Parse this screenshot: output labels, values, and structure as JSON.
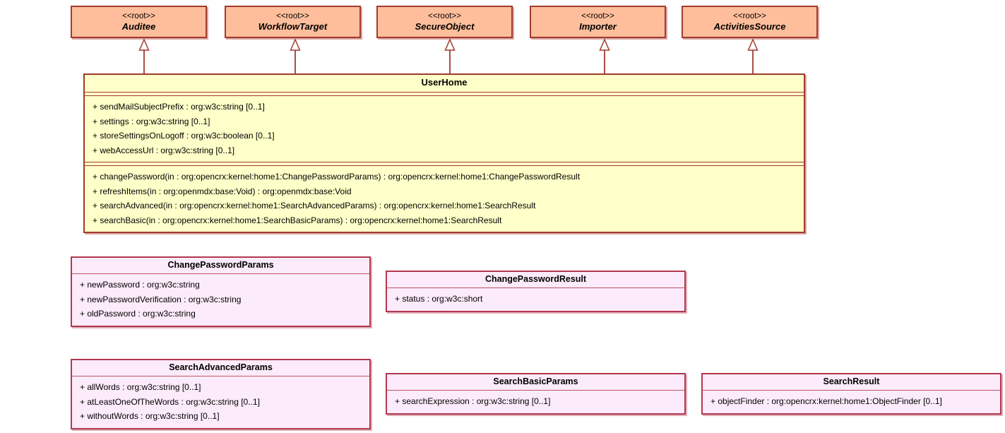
{
  "diagram": {
    "kind": "uml-class-diagram",
    "subject": "UserHome model"
  },
  "colors": {
    "root_class_fill": "#FFBE9B",
    "root_class_border": "#A23A2E",
    "main_class_fill": "#FFFFC9",
    "main_class_border": "#A23A2E",
    "param_class_fill": "#FCEBFA",
    "param_class_border": "#B1384E",
    "connector": "#A23A2E"
  },
  "root_classes": [
    {
      "stereotype": "<<root>>",
      "name": "Auditee"
    },
    {
      "stereotype": "<<root>>",
      "name": "WorkflowTarget"
    },
    {
      "stereotype": "<<root>>",
      "name": "SecureObject"
    },
    {
      "stereotype": "<<root>>",
      "name": "Importer"
    },
    {
      "stereotype": "<<root>>",
      "name": "ActivitiesSource"
    }
  ],
  "user_home": {
    "name": "UserHome",
    "attributes": [
      "+ sendMailSubjectPrefix : org:w3c:string [0..1]",
      "+ settings : org:w3c:string [0..1]",
      "+ storeSettingsOnLogoff : org:w3c:boolean [0..1]",
      "+ webAccessUrl : org:w3c:string [0..1]"
    ],
    "methods": [
      "+ changePassword(in : org:opencrx:kernel:home1:ChangePasswordParams) : org:opencrx:kernel:home1:ChangePasswordResult",
      "+ refreshItems(in : org:openmdx:base:Void) : org:openmdx:base:Void",
      "+ searchAdvanced(in : org:opencrx:kernel:home1:SearchAdvancedParams) : org:opencrx:kernel:home1:SearchResult",
      "+ searchBasic(in : org:opencrx:kernel:home1:SearchBasicParams) : org:opencrx:kernel:home1:SearchResult"
    ]
  },
  "param_classes": [
    {
      "name": "ChangePasswordParams",
      "attributes": [
        "+ newPassword : org:w3c:string",
        "+ newPasswordVerification : org:w3c:string",
        "+ oldPassword : org:w3c:string"
      ]
    },
    {
      "name": "ChangePasswordResult",
      "attributes": [
        "+ status : org:w3c:short"
      ]
    },
    {
      "name": "SearchAdvancedParams",
      "attributes": [
        "+ allWords : org:w3c:string [0..1]",
        "+ atLeastOneOfTheWords : org:w3c:string [0..1]",
        "+ withoutWords : org:w3c:string [0..1]"
      ]
    },
    {
      "name": "SearchBasicParams",
      "attributes": [
        "+ searchExpression : org:w3c:string [0..1]"
      ]
    },
    {
      "name": "SearchResult",
      "attributes": [
        "+ objectFinder : org:opencrx:kernel:home1:ObjectFinder [0..1]"
      ]
    }
  ],
  "relations": [
    {
      "from": "UserHome",
      "to": "Auditee",
      "type": "generalization"
    },
    {
      "from": "UserHome",
      "to": "WorkflowTarget",
      "type": "generalization"
    },
    {
      "from": "UserHome",
      "to": "SecureObject",
      "type": "generalization"
    },
    {
      "from": "UserHome",
      "to": "Importer",
      "type": "generalization"
    },
    {
      "from": "UserHome",
      "to": "ActivitiesSource",
      "type": "generalization"
    }
  ]
}
